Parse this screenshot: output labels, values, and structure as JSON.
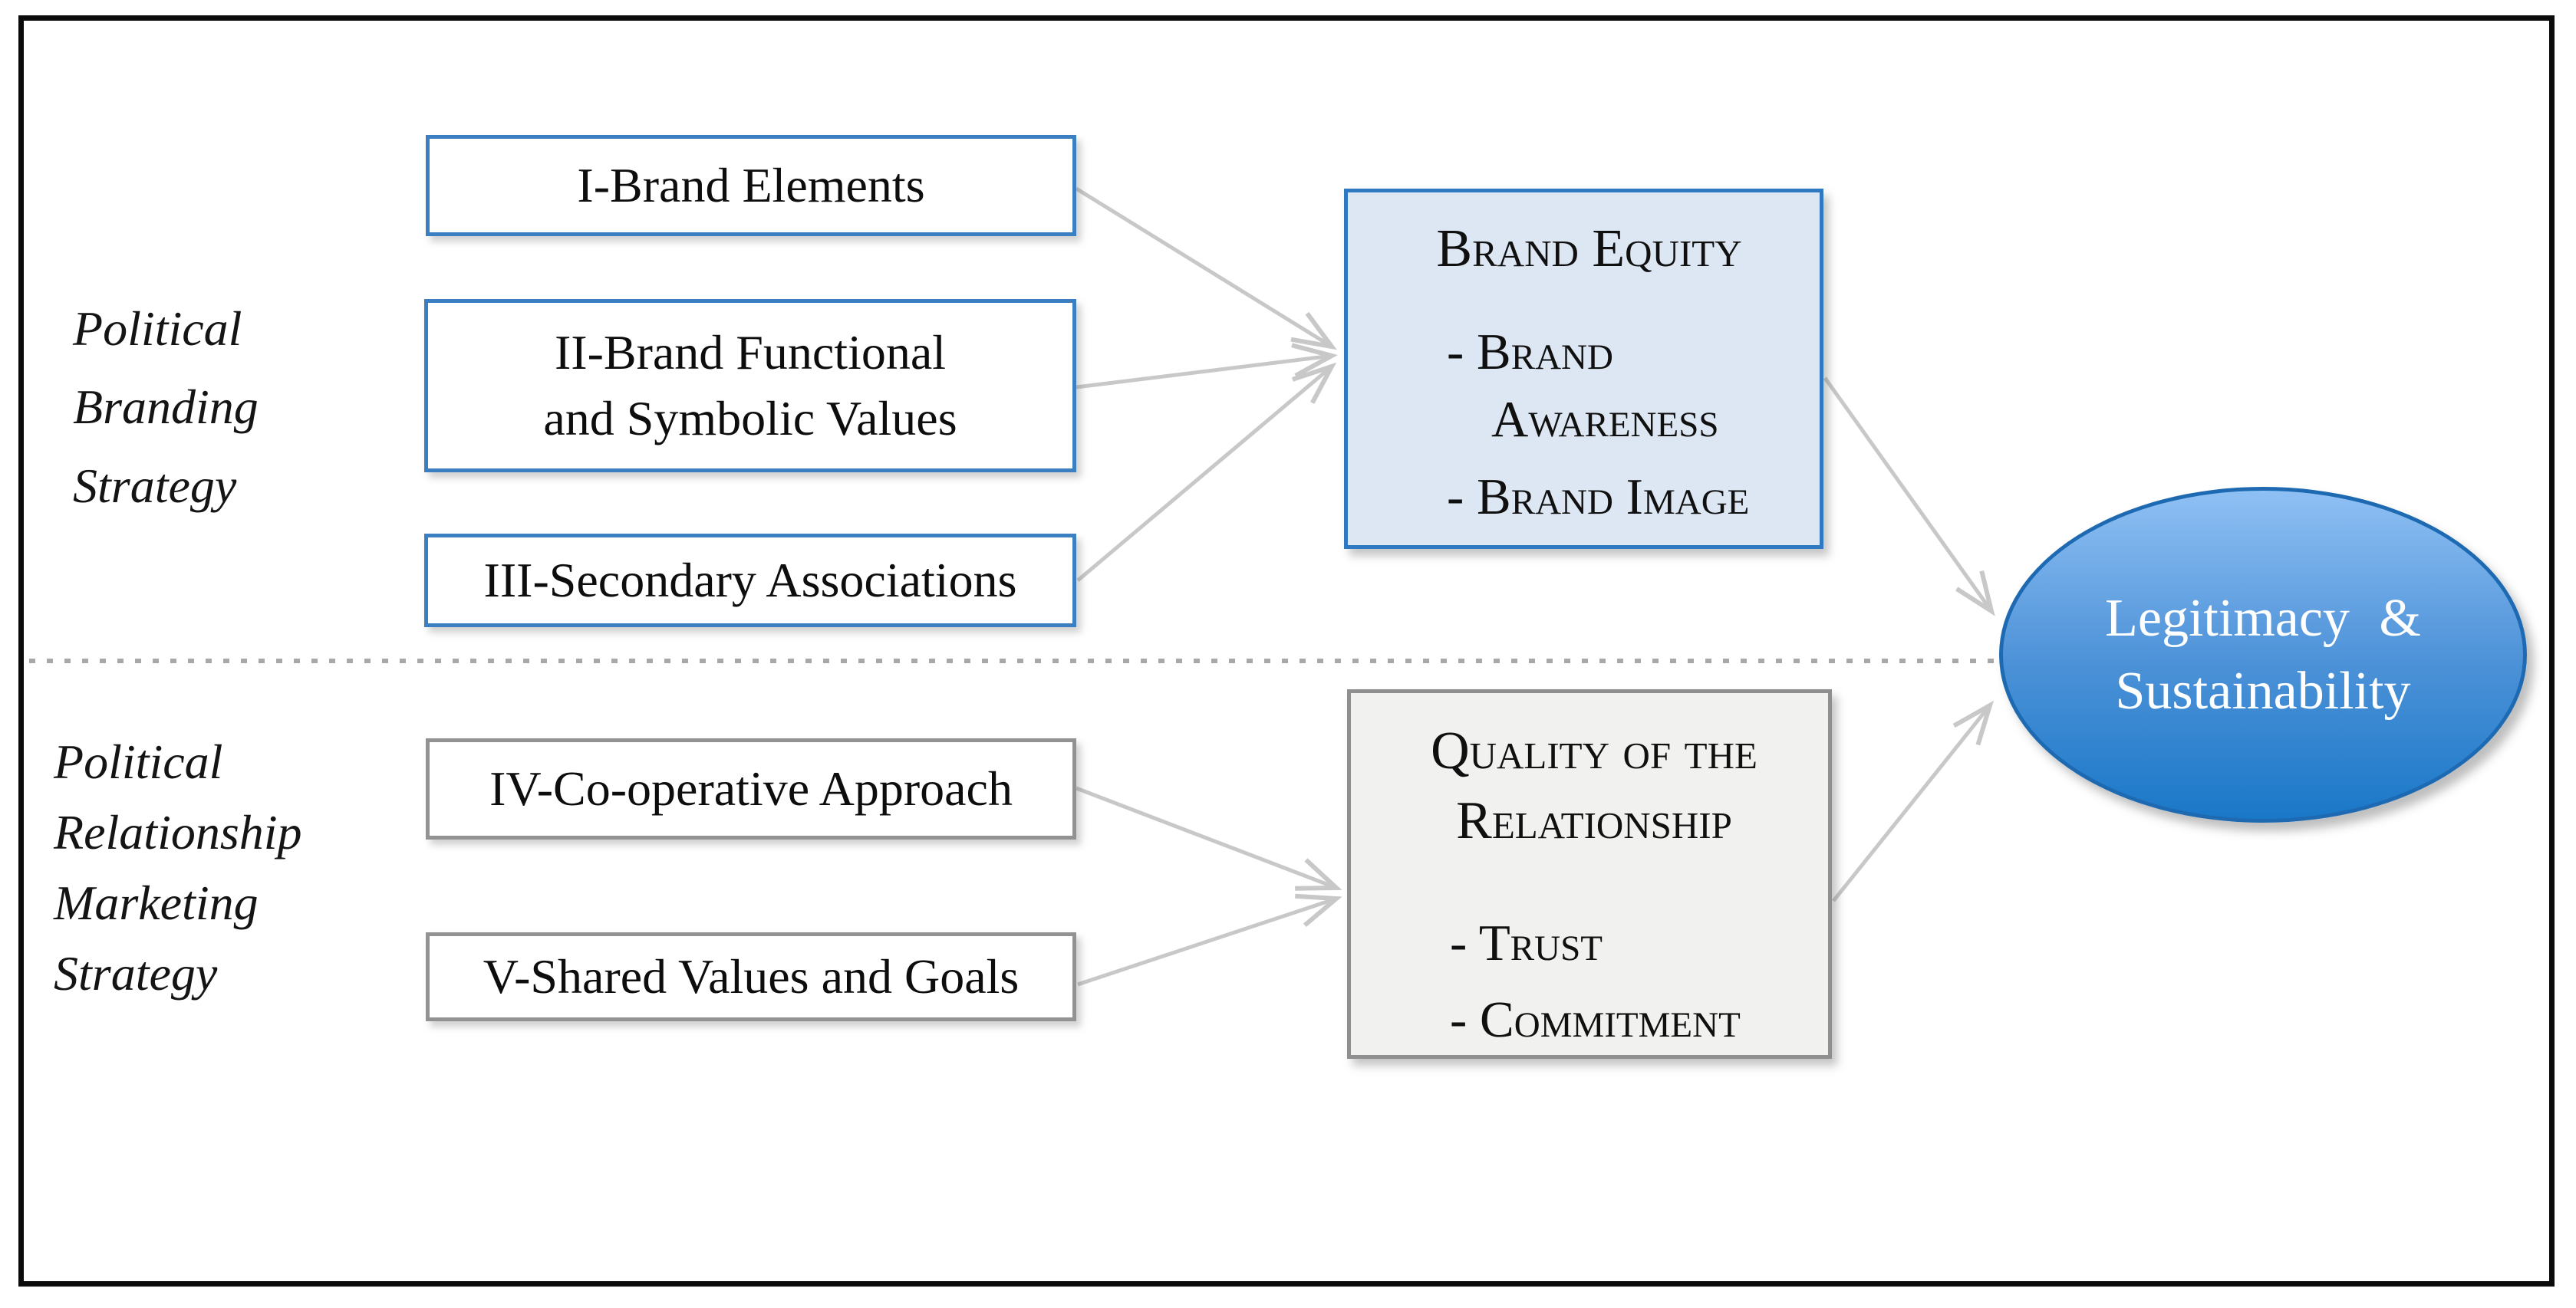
{
  "diagram": {
    "title_hint": "Political branding and relationship-marketing conceptual model",
    "sections": {
      "branding_label": {
        "lines": [
          "Political",
          "Branding",
          "Strategy"
        ]
      },
      "relationship_label": {
        "lines": [
          "Political",
          "Relationship",
          "Marketing",
          "Strategy"
        ]
      }
    },
    "antecedents_top": [
      {
        "lines": [
          "I-Brand Elements"
        ]
      },
      {
        "lines": [
          "II-Brand Functional",
          "and Symbolic Values"
        ]
      },
      {
        "lines": [
          "III-Secondary Associations"
        ]
      }
    ],
    "antecedents_bottom": [
      {
        "lines": [
          "IV-Co-operative Approach"
        ]
      },
      {
        "lines": [
          "V-Shared Values and Goals"
        ]
      }
    ],
    "mediator_top": {
      "title": "Brand Equity",
      "items": [
        "- Brand Awareness",
        "- Brand Image"
      ]
    },
    "mediator_bottom": {
      "title": "Quality of the Relationship",
      "items": [
        "- Trust",
        "- Commitment"
      ]
    },
    "outcome": {
      "lines": [
        "Legitimacy &",
        "Sustainability"
      ]
    },
    "colors": {
      "frame_border": "#0b0b0b",
      "blue_box_border": "#3b7ec1",
      "gray_box_border": "#929292",
      "equity_fill": "#dce7f3",
      "equity_border": "#2e79c2",
      "quality_fill": "#f1f1ef",
      "quality_border": "#8f8f8f",
      "ellipse_top": "#8fc0f4",
      "ellipse_bottom": "#1a78c8",
      "ellipse_border": "#1e6ab2",
      "arrow": "#c8c8c8",
      "dotted_divider": "#a8a8a8",
      "text": "#0d0d0d",
      "outcome_text": "#ffffff"
    }
  }
}
